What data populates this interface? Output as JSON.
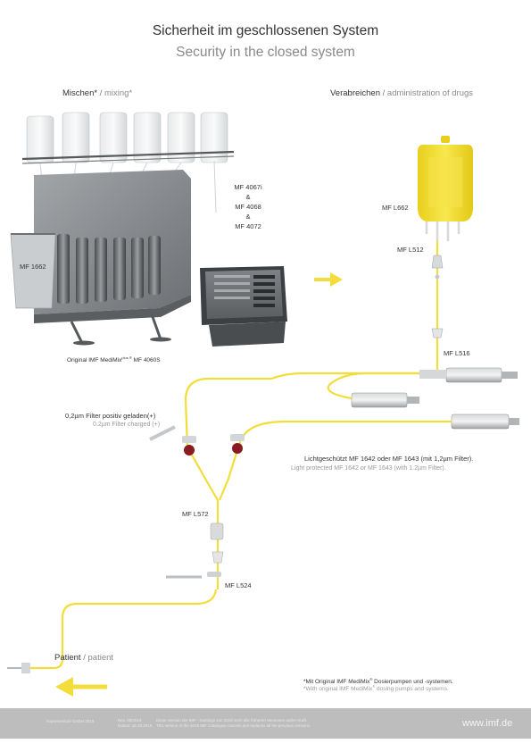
{
  "header": {
    "title_de": "Sicherheit im geschlossenen System",
    "title_en": "Security in the closed system"
  },
  "sections": {
    "mixing_de": "Mischen*",
    "mixing_sep": " / ",
    "mixing_en": "mixing*",
    "admin_de": "Verabreichen",
    "admin_sep": " / ",
    "admin_en": "administration of drugs",
    "patient_de": "Patient",
    "patient_sep": " / ",
    "patient_en": "patient"
  },
  "labels": {
    "mf_4067i": "MF 4067i",
    "amp1": "&",
    "mf_4068": "MF 4068",
    "amp2": "&",
    "mf_4072": "MF 4072",
    "mf_1662": "MF 1662",
    "device_prefix": "Original IMF MediMix",
    "device_sup": "plus ®",
    "device_model": "MF 4060S",
    "mf_l662": "MF L662",
    "mf_l512": "MF L512",
    "mf_l516": "MF L516",
    "filter_de": "0,2µm Filter positiv geladen(+)",
    "filter_en": "0.2µm Filter charged (+)",
    "light_de": "Lichtgeschützt MF 1642 oder MF 1643 (mit 1,2µm Filter).",
    "light_en": "Light protected MF 1642 or MF 1643 (with 1.2µm Filter).",
    "mf_l572": "MF L572",
    "mf_l524": "MF L524"
  },
  "footnote": {
    "de_prefix": "*Mit Original IMF MediMix",
    "de_sup": "®",
    "de_suffix": " Dosierpumpen und -systemen.",
    "en_prefix": "*With original IMF MediMix",
    "en_sup": "®",
    "en_suffix": " dosing pumps and systems."
  },
  "footer": {
    "company": "Imprementum GmbH 2019",
    "rev_line": "Rev. 09/2019",
    "date_line": "Datum: 16.10.2019",
    "note_de": "Diese Version der IMF - Katalogs von 2019 setzt alle früheren Versionen außer Kraft.",
    "note_en": "This version of the 2019 IMF Catalogue cancels and replaces all the previous versions.",
    "url": "www.imf.de"
  },
  "colors": {
    "tube": "#f2dd3b",
    "arrow": "#f2dd3b",
    "bag": "#f3df34",
    "filter": "#8a1a22",
    "footer_bg": "#bdbdbd"
  }
}
